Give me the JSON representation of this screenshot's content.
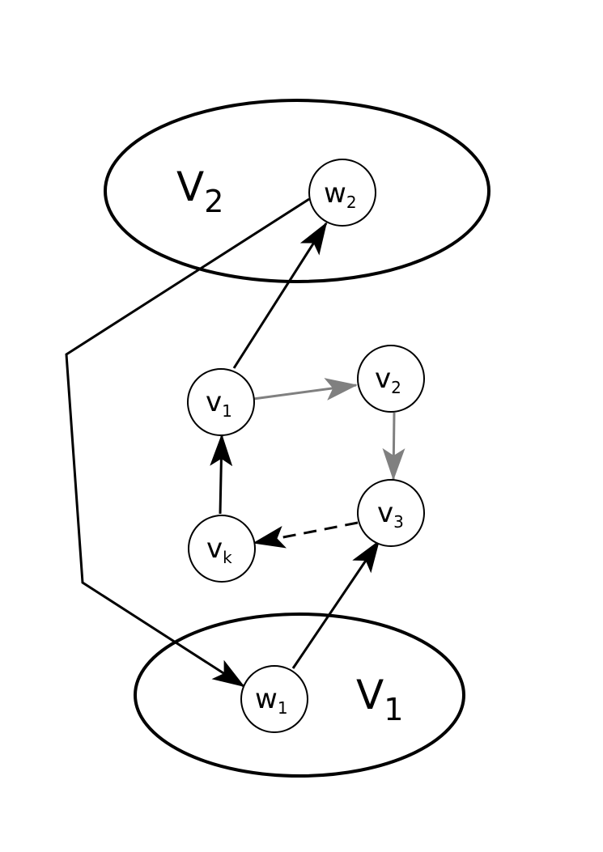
{
  "diagram": {
    "sets": {
      "V2": {
        "main": "V",
        "sub": "2"
      },
      "V1": {
        "main": "V",
        "sub": "1"
      }
    },
    "nodes": {
      "w2": {
        "main": "w",
        "sub": "2"
      },
      "v1": {
        "main": "v",
        "sub": "1"
      },
      "v2": {
        "main": "v",
        "sub": "2"
      },
      "v3": {
        "main": "v",
        "sub": "3"
      },
      "vk": {
        "main": "v",
        "sub": "k"
      },
      "w1": {
        "main": "w",
        "sub": "1"
      }
    },
    "edges": [
      {
        "from": "v1",
        "to": "w2",
        "style": "solid",
        "color": "#000000"
      },
      {
        "from": "v1",
        "to": "v2",
        "style": "solid",
        "color": "#808080"
      },
      {
        "from": "v2",
        "to": "v3",
        "style": "solid",
        "color": "#808080"
      },
      {
        "from": "v3",
        "to": "vk",
        "style": "dashed",
        "color": "#000000"
      },
      {
        "from": "vk",
        "to": "v1",
        "style": "solid",
        "color": "#000000"
      },
      {
        "from": "w1",
        "to": "v3",
        "style": "solid",
        "color": "#000000"
      },
      {
        "from": "w2",
        "to": "w1",
        "style": "solid",
        "color": "#000000",
        "routing": "polyline-left"
      }
    ],
    "colors": {
      "primary": "#000000",
      "secondary": "#808080"
    }
  }
}
